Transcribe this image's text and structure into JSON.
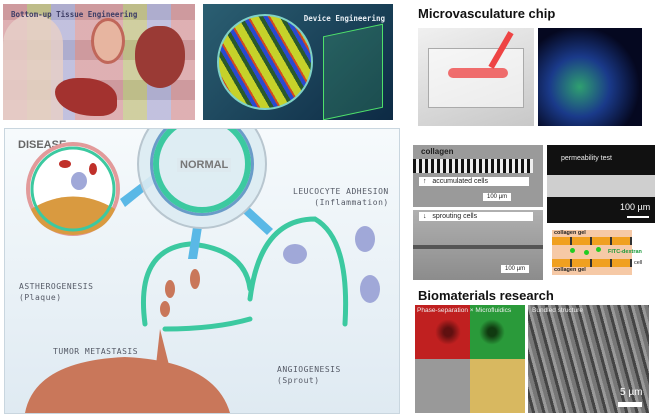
{
  "top_left": {
    "title": "Bottom-up Tissue Engineering"
  },
  "top_middle": {
    "title": "Device Engineering"
  },
  "disease_panel": {
    "title": "DISEASE",
    "center": "NORMAL",
    "labels": {
      "leucocyte": [
        "LEUCOCYTE ADHESION",
        "(Inflammation)"
      ],
      "athero": [
        "ASTHEROGENESIS",
        "(Plaque)"
      ],
      "tumor": "TUMOR METASTASIS",
      "angio": [
        "ANGIOGENESIS",
        "(Sprout)"
      ]
    }
  },
  "microvasculature": {
    "title": "Microvasculature chip",
    "collagen": "collagen",
    "accumulated": "accumulated cells",
    "sprouting": "sprouting cells",
    "scale_100": "100 µm",
    "permeability": "permeability test",
    "diagram": {
      "gel_top": "collagen gel",
      "gel_bottom": "collagen gel",
      "dextran": "FITC-dextran",
      "cell": "cell"
    }
  },
  "biomaterials": {
    "title": "Biomaterials research",
    "phase": "Phase-separation × Microfluidics",
    "bundled": "Bundled structure",
    "scale_5": "5 µm"
  },
  "colors": {
    "vessel_green": "#3cc9a0",
    "arrow_blue": "#5ab8e6",
    "tumor": "#c9775a"
  }
}
